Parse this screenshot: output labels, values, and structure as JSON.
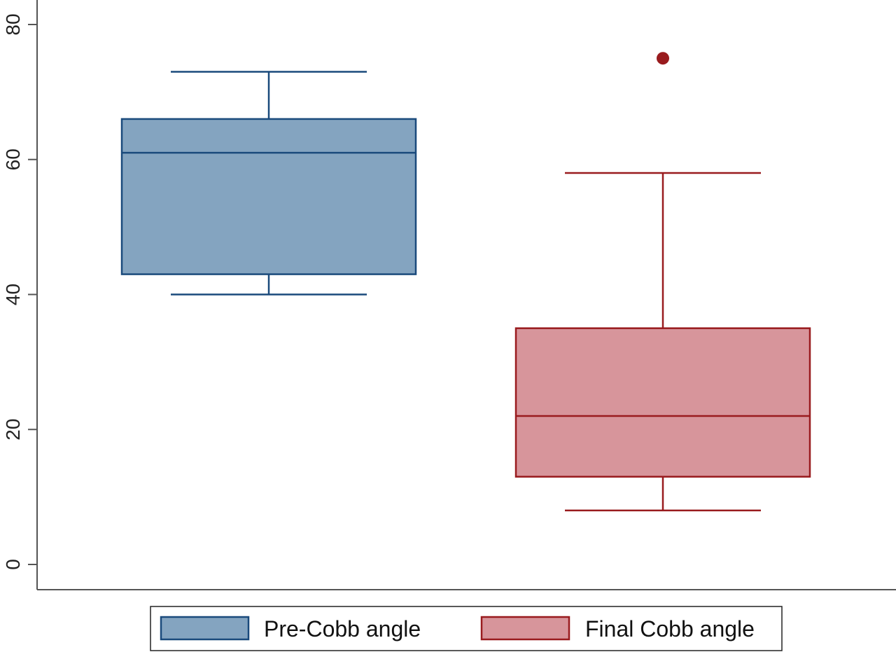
{
  "chart_data": {
    "type": "box",
    "title": "",
    "xlabel": "",
    "ylabel": "",
    "ylim": [
      0,
      80
    ],
    "yticks": [
      0,
      20,
      40,
      60,
      80
    ],
    "grid": false,
    "legend_position": "bottom",
    "series": [
      {
        "name": "Pre-Cobb angle",
        "whisker_low": 40,
        "q1": 43,
        "median": 61,
        "q3": 66,
        "whisker_high": 73,
        "outliers": [],
        "fill_color": "#84a4c0",
        "line_color": "#1a4a7c"
      },
      {
        "name": "Final Cobb angle",
        "whisker_low": 8,
        "q1": 13,
        "median": 22,
        "q3": 35,
        "whisker_high": 58,
        "outliers": [
          75
        ],
        "fill_color": "#d7959b",
        "line_color": "#991b1e"
      }
    ]
  }
}
